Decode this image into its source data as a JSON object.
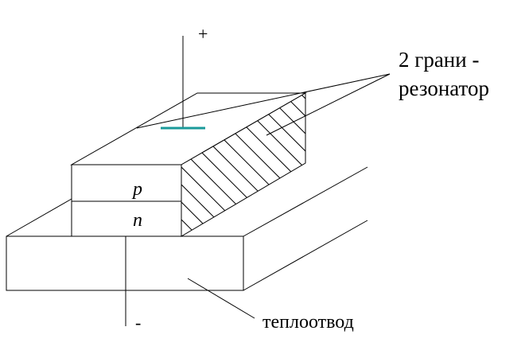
{
  "labels": {
    "plus": "+",
    "minus": "-",
    "p_layer": "p",
    "n_layer": "n",
    "resonator_line1": "2 грани -",
    "resonator_line2": "резонатор",
    "heatsink": "теплоотвод"
  },
  "colors": {
    "contact": "#1a9a9a",
    "line": "#000000",
    "background": "#ffffff"
  }
}
